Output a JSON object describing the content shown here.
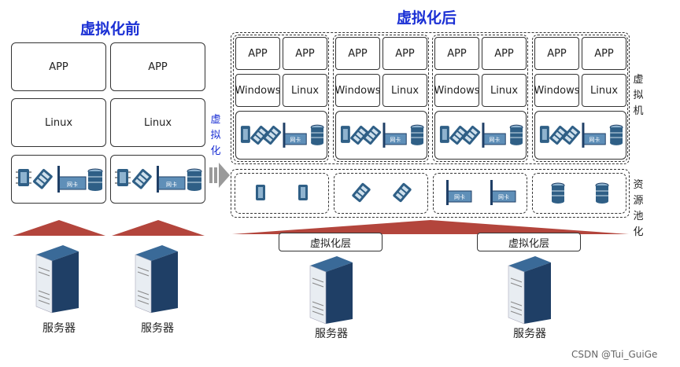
{
  "before": {
    "title": "虚拟化前",
    "app_label": "APP",
    "os_label": "Linux",
    "server_label": "服务器"
  },
  "arrow_label": [
    "虚",
    "拟",
    "化"
  ],
  "after": {
    "title": "虚拟化后",
    "vm_cells": [
      "APP",
      "APP",
      "Windows",
      "Linux"
    ],
    "vm_side_label": [
      "虚",
      "拟",
      "机"
    ],
    "pool_side_label": [
      "资",
      "源",
      "池",
      "化"
    ],
    "layer_label": "虚拟化层",
    "server_label": "服务器"
  },
  "nic_text": "网卡",
  "watermark": "CSDN @Tui_GuiGe",
  "colors": {
    "title": "#1a2fd4",
    "arrow_label": "#1a2fd4",
    "triangle": "#b3453c",
    "server_dark": "#1f3f66",
    "server_light": "#e8edf2",
    "chip": "#2f5f86"
  }
}
